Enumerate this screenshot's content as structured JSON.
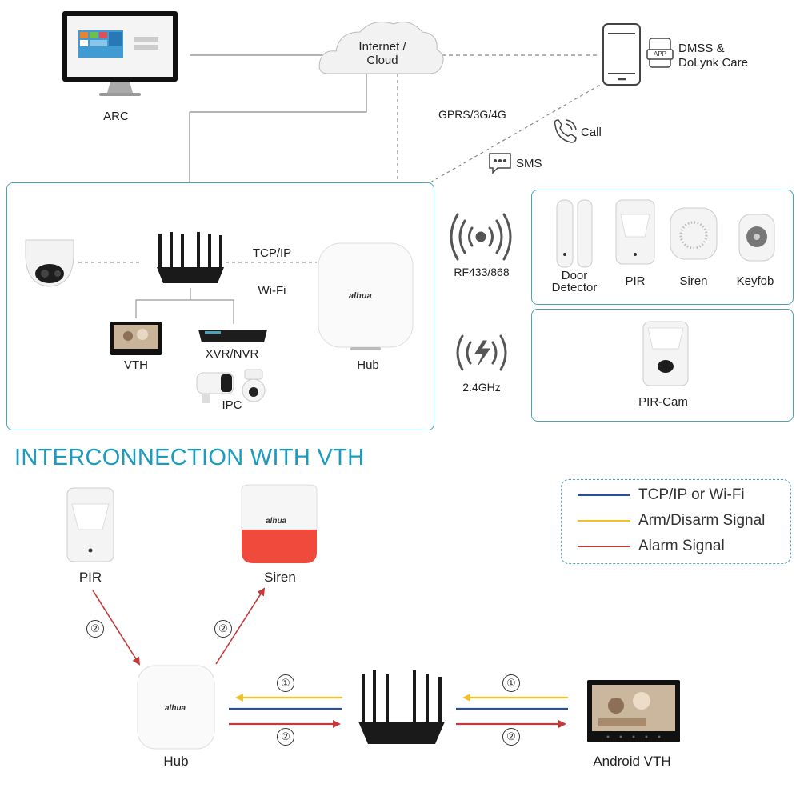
{
  "top": {
    "arc_label": "ARC",
    "cloud_label_1": "Internet /",
    "cloud_label_2": "Cloud",
    "app_badge": "APP",
    "app_label_1": "DMSS &",
    "app_label_2": "DoLynk Care",
    "gprs_label": "GPRS/3G/4G",
    "call_label": "Call",
    "sms_label": "SMS"
  },
  "system": {
    "tcpip_label": "TCP/IP",
    "wifi_label": "Wi-Fi",
    "vth_label": "VTH",
    "xvr_label": "XVR/NVR",
    "ipc_label": "IPC",
    "hub_label": "Hub",
    "hub_logo": "alhua",
    "rf_label": "RF433/868",
    "ghz_label": "2.4GHz"
  },
  "devices": {
    "door_label_1": "Door",
    "door_label_2": "Detector",
    "pir_label": "PIR",
    "siren_label": "Siren",
    "keyfob_label": "Keyfob",
    "pircam_label": "PIR-Cam"
  },
  "interconnect": {
    "title": "INTERCONNECTION WITH VTH",
    "pir_label": "PIR",
    "siren_label": "Siren",
    "siren_logo": "alhua",
    "hub_label": "Hub",
    "hub_logo": "alhua",
    "vth_label": "Android VTH",
    "step1": "①",
    "step2": "②"
  },
  "legend": {
    "items": [
      {
        "label": "TCP/IP or Wi-Fi",
        "color": "#2b4fa0"
      },
      {
        "label": "Arm/Disarm Signal",
        "color": "#f0c22a"
      },
      {
        "label": "Alarm Signal",
        "color": "#c43a3a"
      }
    ]
  },
  "colors": {
    "accent": "#1b9bc0",
    "box_border": "#4aa3b8",
    "alarm": "#c43a3a",
    "arm": "#f0c22a",
    "tcp": "#2b4fa0"
  }
}
